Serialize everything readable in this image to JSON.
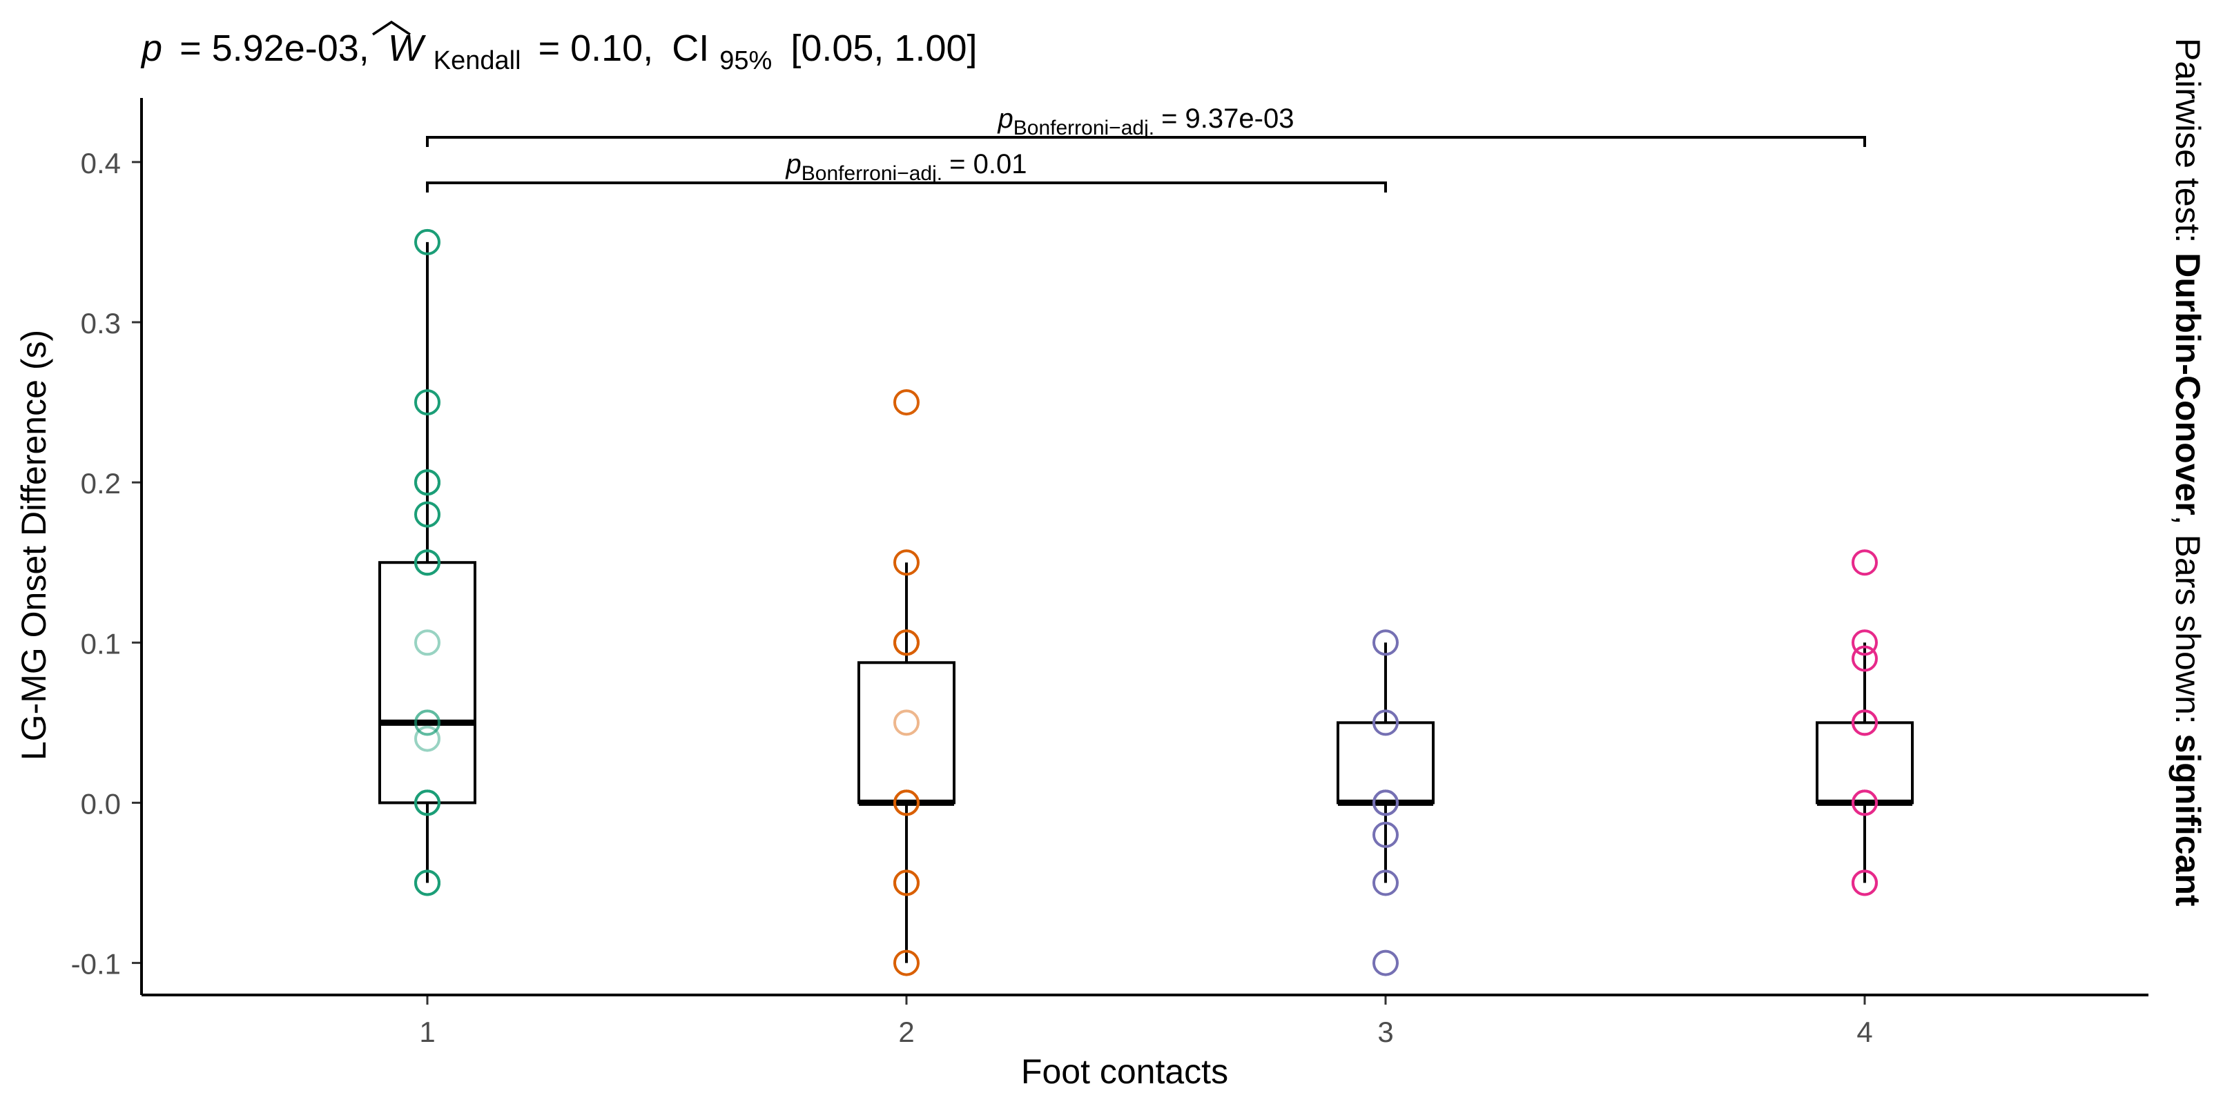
{
  "chart_data": {
    "type": "box",
    "title": {
      "p_label": "p",
      "p_value": "= 5.92e-03,",
      "w_label": "W",
      "w_sub": "Kendall",
      "w_value": "= 0.10,",
      "ci_label": "CI",
      "ci_sub": "95%",
      "ci_value": "[0.05, 1.00]"
    },
    "subtitle": {
      "prefix": "Pairwise test: ",
      "test_name": "Durbin-Conover",
      "mid": ", Bars shown: ",
      "bars_shown": "significant"
    },
    "xlabel": "Foot contacts",
    "ylabel": "LG-MG Onset Difference (s)",
    "ylim": [
      -0.12,
      0.44
    ],
    "yticks": [
      -0.1,
      0.0,
      0.1,
      0.2,
      0.3,
      0.4
    ],
    "ytick_labels": [
      "-0.1",
      "0.0",
      "0.1",
      "0.2",
      "0.3",
      "0.4"
    ],
    "categories": [
      "1",
      "2",
      "3",
      "4"
    ],
    "colors": [
      "#1b9e77",
      "#d95f02",
      "#7570b3",
      "#e7298a"
    ],
    "box_stats": [
      {
        "min": -0.05,
        "q1": 0.0,
        "median": 0.05,
        "q3": 0.15,
        "max": 0.35
      },
      {
        "min": -0.1,
        "q1": 0.0,
        "median": 0.0,
        "q3": 0.0875,
        "max": 0.15
      },
      {
        "min": -0.05,
        "q1": 0.0,
        "median": 0.0,
        "q3": 0.05,
        "max": 0.1
      },
      {
        "min": -0.05,
        "q1": 0.0,
        "median": 0.0,
        "q3": 0.05,
        "max": 0.1
      }
    ],
    "points": [
      [
        0.35,
        0.25,
        0.2,
        0.2,
        0.18,
        0.15,
        0.15,
        0.1,
        0.05,
        0.05,
        0.04,
        0.0,
        0.0,
        -0.05,
        -0.05
      ],
      [
        0.25,
        0.15,
        0.1,
        0.1,
        0.05,
        0.0,
        0.0,
        -0.05,
        -0.05,
        -0.1
      ],
      [
        0.1,
        0.05,
        0.0,
        0.0,
        -0.02,
        -0.05,
        -0.1
      ],
      [
        0.15,
        0.1,
        0.09,
        0.05,
        0.05,
        0.0,
        0.0,
        -0.05,
        -0.05
      ]
    ],
    "comparisons": [
      {
        "from": "1",
        "to": "4",
        "label_main": "p",
        "label_sub": "Bonferroni−adj.",
        "label_value": "= 9.37e-03"
      },
      {
        "from": "1",
        "to": "3",
        "label_main": "p",
        "label_sub": "Bonferroni−adj.",
        "label_value": "= 0.01"
      }
    ]
  }
}
